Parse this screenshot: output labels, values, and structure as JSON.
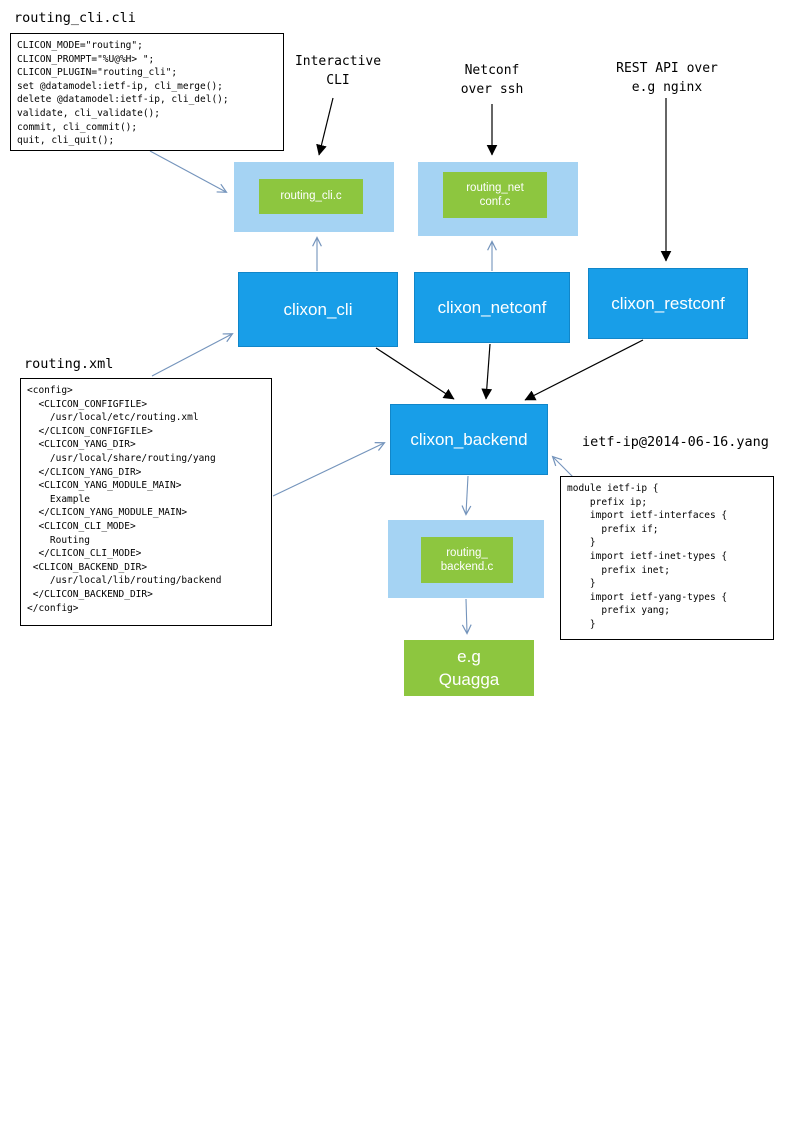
{
  "diagram": {
    "labels": {
      "routing_cli_file": "routing_cli.cli",
      "interactive_cli": "Interactive\nCLI",
      "netconf_over_ssh": "Netconf\nover ssh",
      "rest_api": "REST API over\ne.g nginx",
      "routing_xml_file": "routing.xml",
      "yang_file": "ietf-ip@2014-06-16.yang"
    },
    "code_blocks": {
      "routing_cli": "CLICON_MODE=\"routing\";\nCLICON_PROMPT=\"%U@%H> \";\nCLICON_PLUGIN=\"routing_cli\";\nset @datamodel:ietf-ip, cli_merge();\ndelete @datamodel:ietf-ip, cli_del();\nvalidate, cli_validate();\ncommit, cli_commit();\nquit, cli_quit();",
      "routing_xml": "<config>\n  <CLICON_CONFIGFILE>\n    /usr/local/etc/routing.xml\n  </CLICON_CONFIGFILE>\n  <CLICON_YANG_DIR>\n    /usr/local/share/routing/yang\n  </CLICON_YANG_DIR>\n  <CLICON_YANG_MODULE_MAIN>\n    Example\n  </CLICON_YANG_MODULE_MAIN>\n  <CLICON_CLI_MODE>\n    Routing\n  </CLICON_CLI_MODE>\n <CLICON_BACKEND_DIR>\n    /usr/local/lib/routing/backend\n </CLICON_BACKEND_DIR>\n</config>",
      "yang": "module ietf-ip {\n    prefix ip;\n    import ietf-interfaces {\n      prefix if;\n    }\n    import ietf-inet-types {\n      prefix inet;\n    }\n    import ietf-yang-types {\n      prefix yang;\n    }"
    },
    "nodes": {
      "routing_cli_c": "routing_cli.c",
      "routing_netconf_c": "routing_net\nconf.c",
      "clixon_cli": "clixon_cli",
      "clixon_netconf": "clixon_netconf",
      "clixon_restconf": "clixon_restconf",
      "clixon_backend": "clixon_backend",
      "routing_backend_c": "routing_\nbackend.c",
      "quagga": "e.g\nQuagga"
    },
    "colors": {
      "node_blue": "#189ee8",
      "container_light_blue": "#a5d3f3",
      "node_green": "#8dc63f",
      "arrow_blue": "#7494bc",
      "arrow_black": "#000000"
    }
  }
}
